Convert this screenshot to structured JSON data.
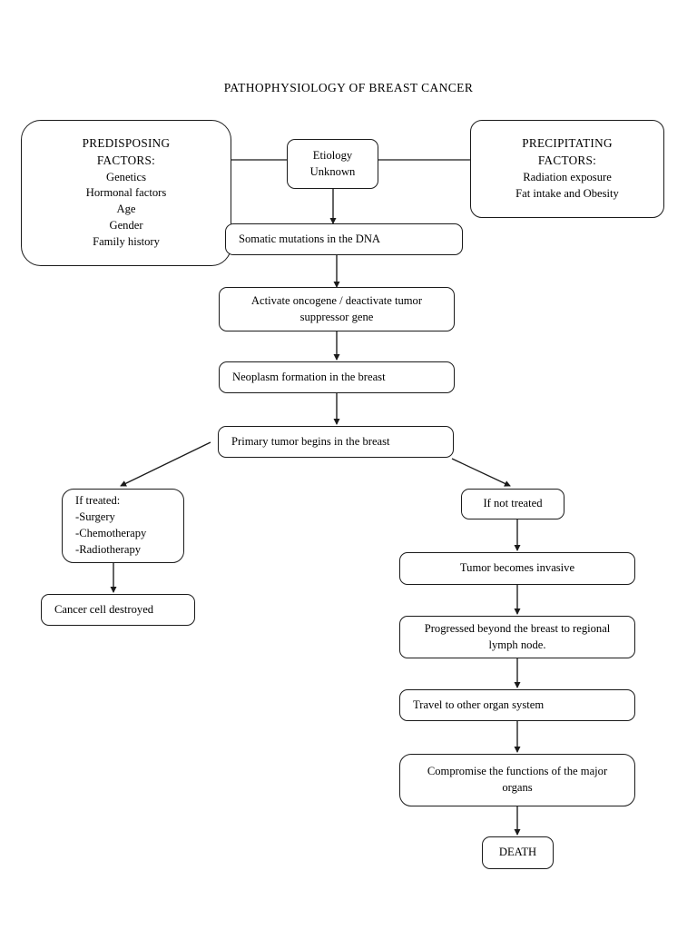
{
  "title": "PATHOPHYSIOLOGY OF BREAST CANCER",
  "diagram": {
    "type": "flowchart",
    "nodes": {
      "predisposing": {
        "heading": "PREDISPOSING\nFACTORS:",
        "items": "Genetics\nHormonal factors\nAge\nGender\nFamily history"
      },
      "precipitating": {
        "heading": "PRECIPITATING\nFACTORS:",
        "items": "Radiation exposure\nFat intake and Obesity"
      },
      "etiology": "Etiology\nUnknown",
      "somatic": "Somatic mutations in the DNA",
      "oncogene": "Activate oncogene / deactivate tumor\nsuppressor gene",
      "neoplasm": "Neoplasm formation in the breast",
      "primary_tumor": "Primary tumor begins in the breast",
      "if_treated": "If treated:\n-Surgery\n-Chemotherapy\n-Radiotherapy",
      "cancer_destroyed": "Cancer cell destroyed",
      "if_not_treated": "If not treated",
      "invasive": "Tumor becomes invasive",
      "lymph": "Progressed beyond the breast to regional\nlymph node.",
      "travel": "Travel to other organ system",
      "compromise": "Compromise the functions of the major\norgans",
      "death": "DEATH"
    }
  },
  "colors": {
    "stroke": "#1a1a1a",
    "background": "#ffffff",
    "text": "#000000"
  }
}
